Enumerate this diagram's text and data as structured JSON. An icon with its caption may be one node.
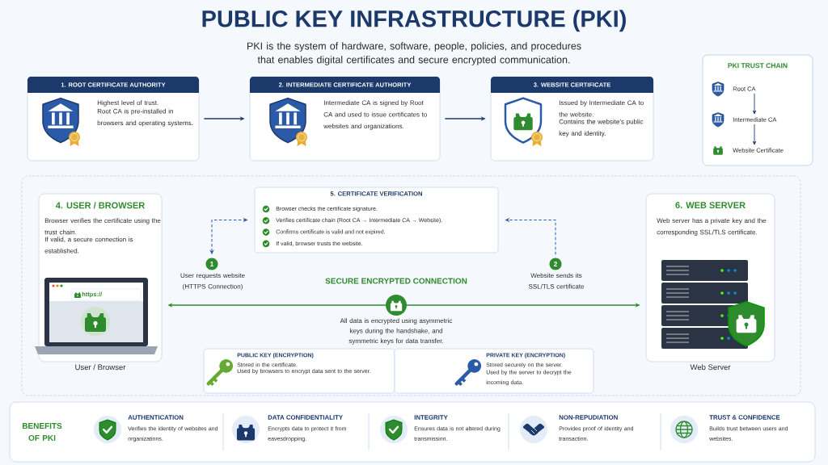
{
  "diagram": {
    "title": "PUBLIC KEY INFRASTRUCTURE (PKI)",
    "caption": "PKI is the system of hardware, software, people, policies, and procedures that enables digital certificates and secure encrypted communication.",
    "nodes": [
      {
        "text": [
          "1. ROOT CERTIFICATE AUTHORITY",
          "Highest level of trust.",
          "Root CA is pre-installed in browsers and operating systems."
        ]
      },
      {
        "text": [
          "2. INTERMEDIATE CERTIFICATE AUTHORITY",
          "Intermediate CA is signed by Root CA and used to issue certificates to websites and organizations."
        ]
      },
      {
        "text": [
          "3. WEBSITE CERTIFICATE",
          "Issued by Intermediate CA to the website.",
          "Contains the website’s public key and identity."
        ]
      },
      {
        "text": [
          "PKI TRUST CHAIN"
        ]
      },
      {
        "text": [
          "Root CA"
        ],
        "in": 3
      },
      {
        "text": [
          "Intermediate CA"
        ],
        "in": 3
      },
      {
        "text": [
          "Website Certificate"
        ],
        "in": 3
      },
      {
        "text": [
          "4. USER / BROWSER",
          "Browser verifies the certificate using the trust chain.",
          "If valid, a secure connection is established."
        ],
        "beside": [
          "User / Browser"
        ]
      },
      {
        "text": [
          "5. CERTIFICATE VERIFICATION",
          "Browser checks the certificate signature.",
          "Verifies certificate chain (Root CA → Intermediate CA → Website).",
          "Confirms certificate is valid and not expired.",
          "If valid, browser trusts the website."
        ]
      },
      {
        "text": [
          "6. WEB SERVER",
          "Web server has a private key and the corresponding SSL/TLS certificate."
        ],
        "beside": [
          "Web Server"
        ]
      },
      {
        "text": [
          "1"
        ],
        "beside": [
          "User requests website (HTTPS Connection)"
        ]
      },
      {
        "text": [
          "2"
        ],
        "beside": [
          "Website sends its SSL/TLS certificate"
        ]
      },
      {
        "text": [
          "PUBLIC KEY (ENCRYPTION)",
          "Stored in the certificate.",
          "Used by browsers to encrypt data sent to the server."
        ]
      },
      {
        "text": [
          "PRIVATE KEY (ENCRYPTION)",
          "Stored securely on the server.",
          "Used by the server to decrypt the incoming data."
        ]
      },
      {
        "text": [
          "BENEFITS OF PKI"
        ]
      },
      {
        "text": [
          "AUTHENTICATION",
          "Verifies the identity of websites and organizations."
        ],
        "in": 14
      },
      {
        "text": [
          "DATA CONFIDENTIALITY",
          "Encrypts data to protect it from eavesdropping."
        ],
        "in": 14
      },
      {
        "text": [
          "INTEGRITY",
          "Ensures data is not altered during transmission."
        ],
        "in": 14
      },
      {
        "text": [
          "NON-REPUDIATION",
          "Provides proof of identity and transaction."
        ],
        "in": 14
      },
      {
        "text": [
          "TRUST & CONFIDENCE",
          "Builds trust between users and websites."
        ],
        "in": 14
      }
    ],
    "edges": [
      {
        "from": 0,
        "to": 1,
        "arrow": "to"
      },
      {
        "from": 1,
        "to": 2,
        "arrow": "to"
      },
      {
        "from": 4,
        "to": 5,
        "arrow": "to"
      },
      {
        "from": 5,
        "to": 6,
        "arrow": "to"
      },
      {
        "from": 10,
        "to": 8,
        "arrow": "both",
        "style": "dashed",
        "color": "#2a5db0"
      },
      {
        "from": 11,
        "to": 8,
        "arrow": "to",
        "style": "dashed",
        "color": "#2a5db0"
      },
      {
        "from": 7,
        "to": 9,
        "arrow": "both",
        "label": "SECURE ENCRYPTED CONNECTION",
        "color": "#2e8b2e"
      }
    ],
    "labels": [
      "All data is encrypted using asymmetric keys during the handshake, and symmetric keys for data transfer.",
      "https://"
    ]
  }
}
